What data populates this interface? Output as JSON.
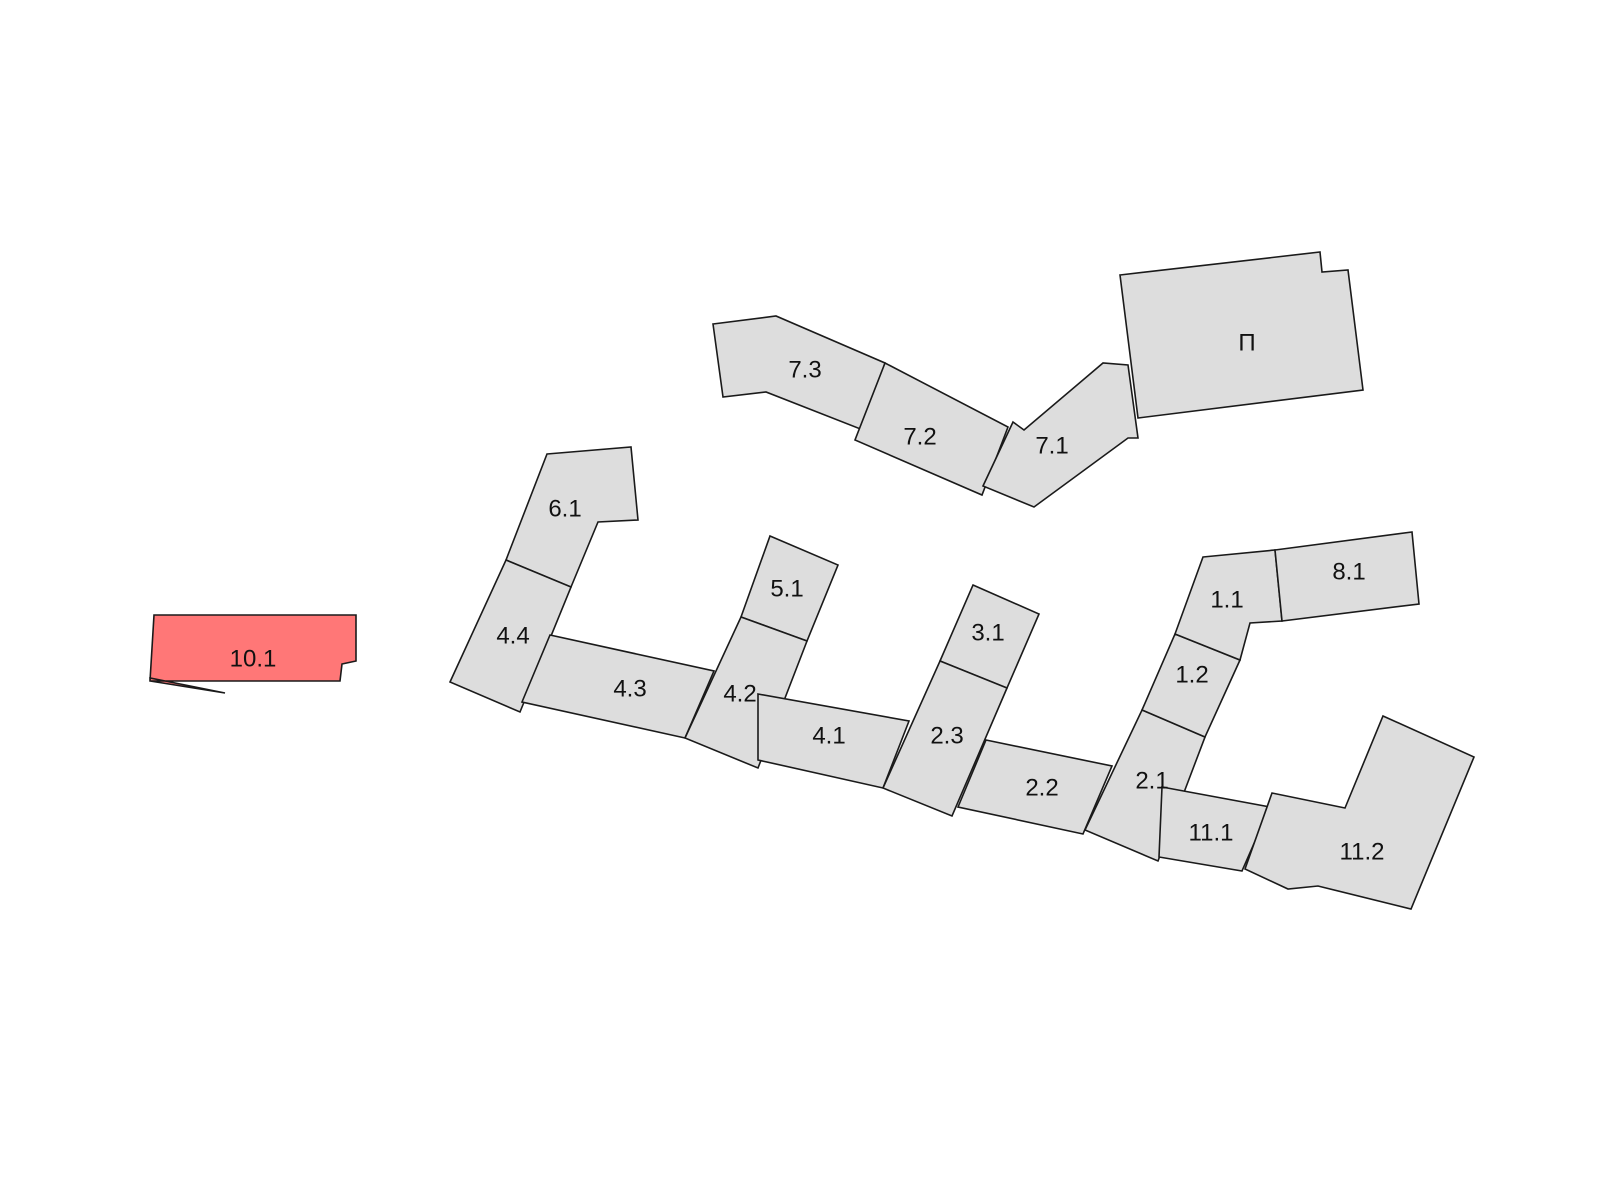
{
  "colors": {
    "default_fill": "#dddddd",
    "highlight_fill": "#ff7777",
    "stroke": "#1a1a1a"
  },
  "sections": [
    {
      "id": "10.1",
      "label": "10.1",
      "highlighted": true
    },
    {
      "id": "6.1",
      "label": "6.1",
      "highlighted": false
    },
    {
      "id": "4.4",
      "label": "4.4",
      "highlighted": false
    },
    {
      "id": "4.3",
      "label": "4.3",
      "highlighted": false
    },
    {
      "id": "5.1",
      "label": "5.1",
      "highlighted": false
    },
    {
      "id": "4.2",
      "label": "4.2",
      "highlighted": false
    },
    {
      "id": "4.1",
      "label": "4.1",
      "highlighted": false
    },
    {
      "id": "3.1",
      "label": "3.1",
      "highlighted": false
    },
    {
      "id": "2.3",
      "label": "2.3",
      "highlighted": false
    },
    {
      "id": "2.2",
      "label": "2.2",
      "highlighted": false
    },
    {
      "id": "2.1",
      "label": "2.1",
      "highlighted": false
    },
    {
      "id": "1.2",
      "label": "1.2",
      "highlighted": false
    },
    {
      "id": "1.1",
      "label": "1.1",
      "highlighted": false
    },
    {
      "id": "8.1",
      "label": "8.1",
      "highlighted": false
    },
    {
      "id": "11.1",
      "label": "11.1",
      "highlighted": false
    },
    {
      "id": "11.2",
      "label": "11.2",
      "highlighted": false
    },
    {
      "id": "7.3",
      "label": "7.3",
      "highlighted": false
    },
    {
      "id": "7.2",
      "label": "7.2",
      "highlighted": false
    },
    {
      "id": "7.1",
      "label": "7.1",
      "highlighted": false
    },
    {
      "id": "P",
      "label": "П",
      "highlighted": false
    }
  ]
}
